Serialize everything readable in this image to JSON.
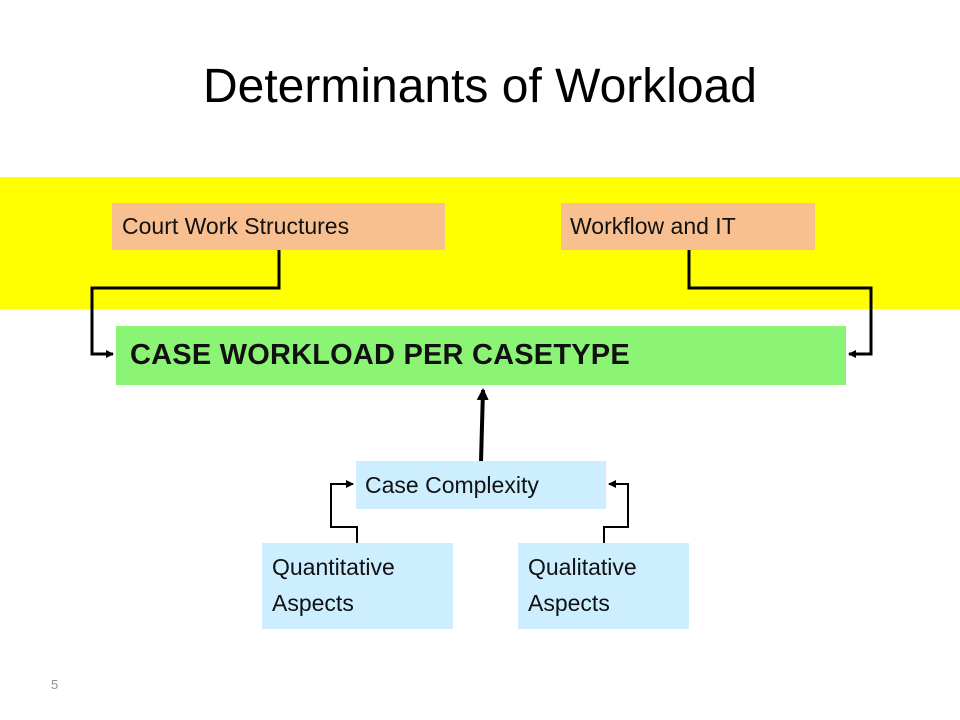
{
  "slide": {
    "title": "Determinants of Workload",
    "page_number": "5"
  },
  "boxes": {
    "court_work_structures": "Court Work Structures",
    "workflow_it": "Workflow and IT",
    "case_workload": "CASE WORKLOAD PER CASETYPE",
    "case_complexity": "Case Complexity",
    "quantitative": {
      "line1": "Quantitative",
      "line2": "Aspects"
    },
    "qualitative": {
      "line1": "Qualitative",
      "line2": "Aspects"
    }
  },
  "colors": {
    "band": "#ffff00",
    "orange_box": "#f8c090",
    "green_box": "#8cf474",
    "blue_box": "#cdeeff",
    "connector": "#000000"
  }
}
